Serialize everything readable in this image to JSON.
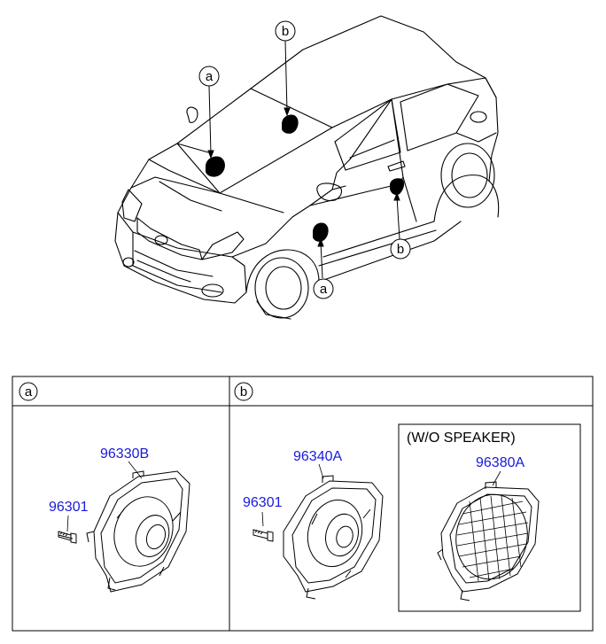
{
  "callouts": {
    "a": "a",
    "b": "b"
  },
  "table": {
    "section_a_label": "a",
    "section_b_label": "b",
    "wo_speaker_label": "(W/O SPEAKER)"
  },
  "parts": {
    "screw_a": "96301",
    "speaker_front": "96330B",
    "screw_b": "96301",
    "speaker_rear": "96340A",
    "cover_rear": "96380A"
  },
  "colors": {
    "line": "#000000",
    "part_number": "#1a1adb",
    "marker_fill": "#000000"
  },
  "icons": {
    "car": "hatchback-car-illustration",
    "speaker": "door-speaker-drawing",
    "screw": "screw-drawing",
    "cover": "speaker-grille-cover-drawing"
  }
}
